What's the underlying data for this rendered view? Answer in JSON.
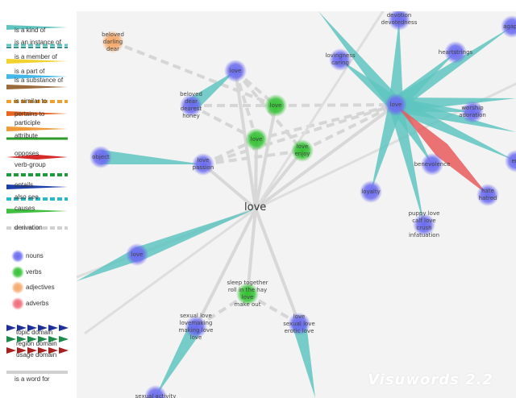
{
  "app_name": "Visuwords 2.2",
  "legend": {
    "relations": [
      {
        "key": "kind_of",
        "label": "is a kind of"
      },
      {
        "key": "instance_of",
        "label": "is an instance of"
      },
      {
        "key": "member_of",
        "label": "is a member of"
      },
      {
        "key": "part_of",
        "label": "is a part of"
      },
      {
        "key": "substance_of",
        "label": "is a substance of"
      },
      {
        "key": "similar_to",
        "label": "is similar to"
      },
      {
        "key": "pertains_to",
        "label": "pertains to"
      },
      {
        "key": "participle",
        "label": "participle"
      },
      {
        "key": "attribute",
        "label": "attribute"
      },
      {
        "key": "opposes",
        "label": "opposes"
      },
      {
        "key": "verb_group",
        "label": "verb-group"
      },
      {
        "key": "entails",
        "label": "entails"
      },
      {
        "key": "also_see",
        "label": "also see"
      },
      {
        "key": "causes",
        "label": "causes"
      },
      {
        "key": "derivation",
        "label": "derivation"
      }
    ],
    "parts_of_speech": [
      {
        "label": "nouns",
        "color": "#6b6bf0"
      },
      {
        "label": "verbs",
        "color": "#33c233"
      },
      {
        "label": "adjectives",
        "color": "#f5a86a"
      },
      {
        "label": "adverbs",
        "color": "#f06b7a"
      }
    ],
    "domains": [
      {
        "label": "topic domain"
      },
      {
        "label": "region domain"
      },
      {
        "label": "usage domain"
      }
    ],
    "word_for": {
      "label": "is a word for"
    }
  },
  "graph": {
    "center_word": "love",
    "nodes": [
      {
        "id": "n_beloved_dear",
        "pos": "adjective",
        "label": "beloved\ndarling\ndear"
      },
      {
        "id": "n_love_top",
        "pos": "noun",
        "label": "love"
      },
      {
        "id": "n_beloved_dearest",
        "pos": "noun",
        "label": "beloved\ndear\ndearest\nhoney"
      },
      {
        "id": "n_love_v1",
        "pos": "verb",
        "label": "love"
      },
      {
        "id": "n_love_v2",
        "pos": "verb",
        "label": "love"
      },
      {
        "id": "n_love_enjoy",
        "pos": "verb",
        "label": "love\nenjoy"
      },
      {
        "id": "n_object",
        "pos": "noun",
        "label": "object"
      },
      {
        "id": "n_love_passion",
        "pos": "noun",
        "label": "love\npassion"
      },
      {
        "id": "n_love_left",
        "pos": "noun",
        "label": "love"
      },
      {
        "id": "n_sleep_together",
        "pos": "verb",
        "label": "sleep together\nroll in the hay\nlove\nmake out"
      },
      {
        "id": "n_sexual_love_left",
        "pos": "noun",
        "label": "sexual love\nlovemaking\nmaking love\nlove"
      },
      {
        "id": "n_sexual_love_right",
        "pos": "noun",
        "label": "love\nsexual love\nerotic love"
      },
      {
        "id": "n_sexual_activity",
        "pos": "noun",
        "label": "sexual activity"
      },
      {
        "id": "n_devotion",
        "pos": "noun",
        "label": "devotion\ndevotedness"
      },
      {
        "id": "n_lovingness",
        "pos": "noun",
        "label": "lovingness\ncaring"
      },
      {
        "id": "n_heartstrings",
        "pos": "noun",
        "label": "heartstrings"
      },
      {
        "id": "n_agape",
        "pos": "noun",
        "label": "agape"
      },
      {
        "id": "n_love_hub",
        "pos": "noun",
        "label": "love"
      },
      {
        "id": "n_worship",
        "pos": "noun",
        "label": "worship\nadoration"
      },
      {
        "id": "n_benevolence",
        "pos": "noun",
        "label": "benevolence"
      },
      {
        "id": "n_hate",
        "pos": "noun",
        "label": "hate\nhatred"
      },
      {
        "id": "n_loyalty",
        "pos": "noun",
        "label": "loyalty"
      },
      {
        "id": "n_puppy_love",
        "pos": "noun",
        "label": "puppy love\ncalf love\ncrush\ninfatuation"
      },
      {
        "id": "n_emotion",
        "pos": "noun",
        "label": "em"
      }
    ]
  },
  "colors": {
    "noun": "#6b6bf0",
    "verb": "#33c233",
    "adjective": "#f5a86a",
    "adverb": "#f06b7a",
    "kind_of": "#5fc4bf",
    "opposes": "#e85a5a",
    "derivation": "#d6d6d6",
    "word_for": "#d0d0d0"
  }
}
